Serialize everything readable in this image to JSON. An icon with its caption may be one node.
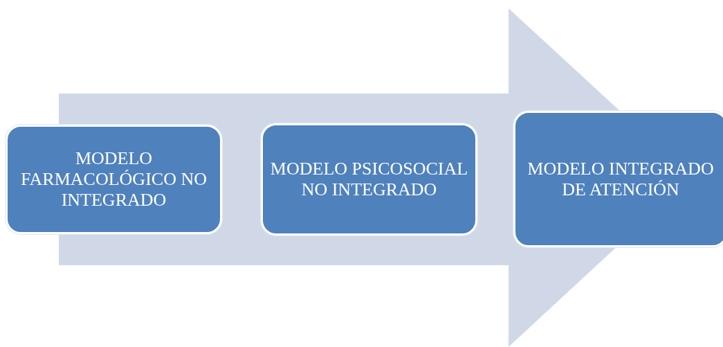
{
  "diagram": {
    "nodes": [
      {
        "text": [
          "MODELO FARMACOLÓGICO NO INTEGRADO"
        ]
      },
      {
        "text": [
          "MODELO PSICOSOCIAL NO INTEGRADO"
        ]
      },
      {
        "text": [
          "MODELO INTEGRADO DE ATENCIÓN"
        ]
      }
    ],
    "edges": [
      {
        "from": 0,
        "to": 2,
        "arrow": "to"
      }
    ]
  }
}
